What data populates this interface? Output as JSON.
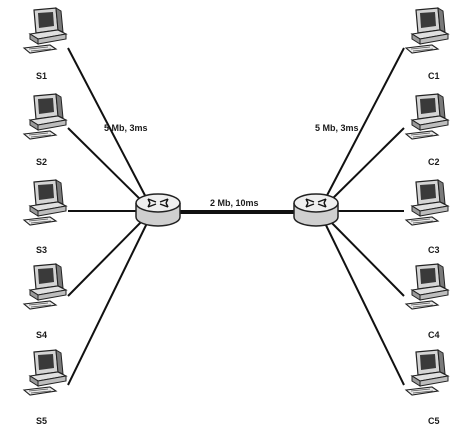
{
  "servers": [
    "S1",
    "S2",
    "S3",
    "S4",
    "S5"
  ],
  "clients": [
    "C1",
    "C2",
    "C3",
    "C4",
    "C5"
  ],
  "labels": {
    "left_access": "5 Mb, 3ms",
    "right_access": "5 Mb, 3ms",
    "backbone": "2 Mb, 10ms"
  }
}
